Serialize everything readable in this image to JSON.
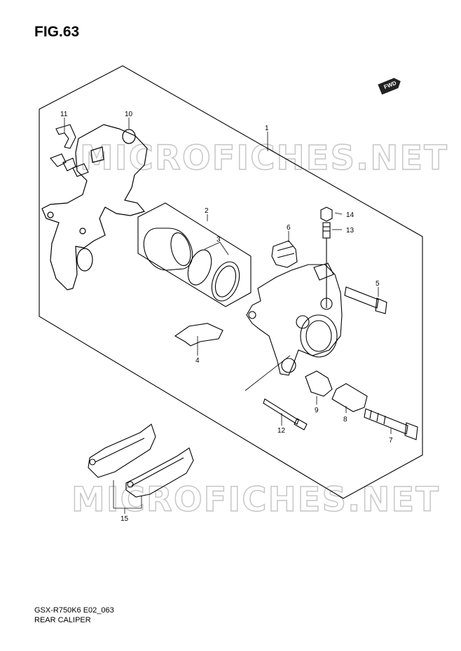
{
  "figure": {
    "title": "FIG.63"
  },
  "watermark": {
    "text": "MICROFICHES.NET"
  },
  "fwd_badge": {
    "text": "FWD"
  },
  "callouts": [
    "1",
    "2",
    "3",
    "4",
    "5",
    "6",
    "7",
    "8",
    "9",
    "10",
    "11",
    "12",
    "13",
    "14",
    "15"
  ],
  "footer": {
    "model_code": "GSX-R750K6 E02_063",
    "part_name": "REAR CALIPER"
  }
}
